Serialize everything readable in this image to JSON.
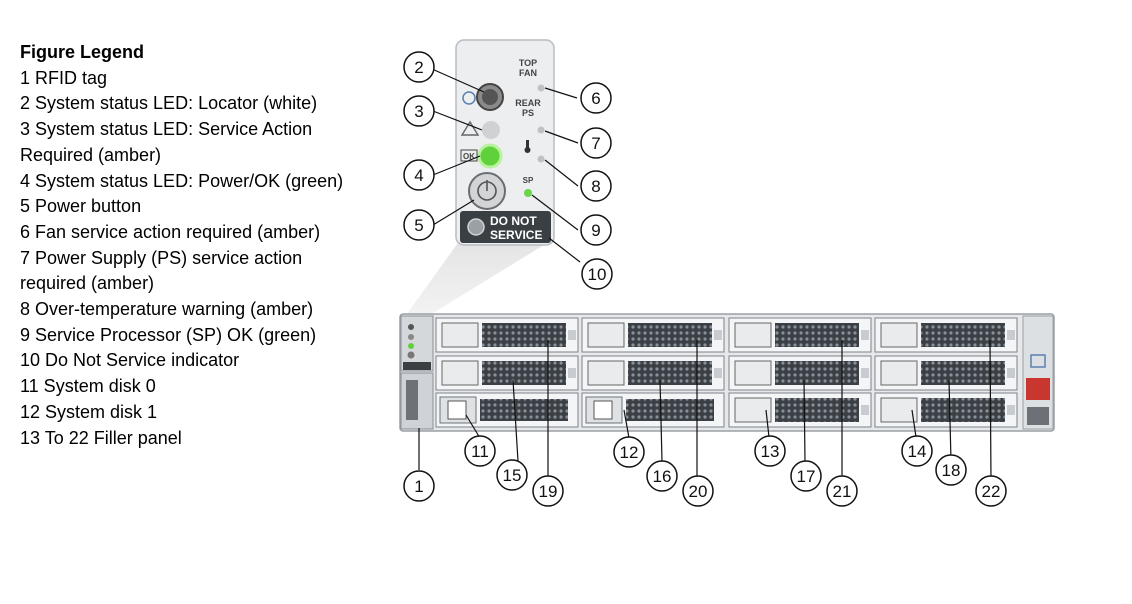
{
  "legend": {
    "title": "Figure Legend",
    "items": [
      "1 RFID tag",
      "2 System status LED: Locator (white)",
      "3 System status LED: Service Action Required (amber)",
      "4 System status LED: Power/OK (green)",
      "5 Power button",
      "6 Fan service action required (amber)",
      "7 Power Supply (PS) service action required (amber)",
      "8 Over-temperature warning (amber)",
      "9 Service Processor (SP) OK (green)",
      "10 Do Not Service indicator",
      "11 System disk 0",
      "12 System disk 1",
      "13 To 22 Filler panel"
    ]
  },
  "panel": {
    "top_fan": "TOP",
    "top_fan2": "FAN",
    "rear_ps": "REAR",
    "rear_ps2": "PS",
    "sp": "SP",
    "ok": "OK",
    "do_not": "DO NOT",
    "service": "SERVICE"
  },
  "callouts": [
    "1",
    "2",
    "3",
    "4",
    "5",
    "6",
    "7",
    "8",
    "9",
    "10",
    "11",
    "12",
    "13",
    "14",
    "15",
    "16",
    "17",
    "18",
    "19",
    "20",
    "21",
    "22"
  ],
  "colors": {
    "locator_led": "#555555",
    "power_ok_led": "#5fd13a",
    "sp_led": "#6ad44a",
    "dns_panel": "#3a3f44",
    "chassis": "#e6e8ea",
    "drive_slot": "#444a50"
  }
}
